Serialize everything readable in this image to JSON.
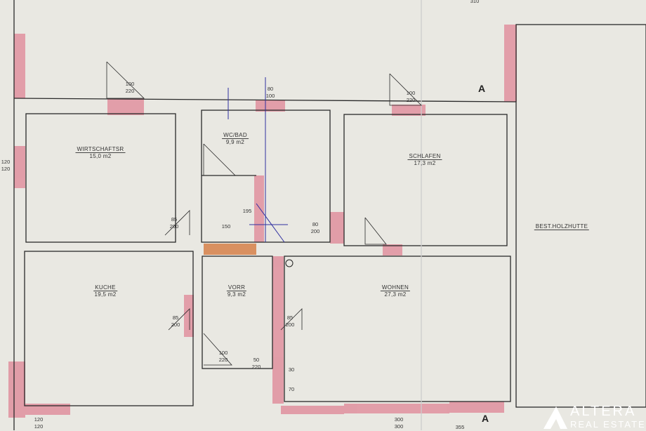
{
  "rooms": [
    {
      "name": "WIRTSCHAFTSR",
      "area": "15,0 m2"
    },
    {
      "name": "WC/BAD",
      "area": "9,9 m2"
    },
    {
      "name": "SCHLAFEN",
      "area": "17,3 m2"
    },
    {
      "name": "KUCHE",
      "area": "19,5 m2"
    },
    {
      "name": "VORR",
      "area": "9,3 m2"
    },
    {
      "name": "WOHNEN",
      "area": "27,3 m2"
    },
    {
      "name": "BEST.HOLZHUTTE",
      "area": ""
    }
  ],
  "dimensions": {
    "door_85_200": [
      "85",
      "200"
    ],
    "door_100_220": [
      "100",
      "220"
    ],
    "door_80_100": [
      "80",
      "100"
    ],
    "door_80_200": [
      "80",
      "200"
    ],
    "door_50_220": [
      "50",
      "220"
    ],
    "window_120_120": [
      "120",
      "120"
    ],
    "window_300_300": [
      "300",
      "300"
    ],
    "d150": "150",
    "d195": "195",
    "d70": "70",
    "d30": "30",
    "d355": "355",
    "d310": "310"
  },
  "section_marker": "A",
  "watermark": {
    "line1": "ALTERA",
    "line2": "REAL ESTATE"
  },
  "colors": {
    "paper": "#e9e8e2",
    "wall": "#e0909f",
    "line": "#2a2a2a",
    "stair": "#d99060"
  }
}
